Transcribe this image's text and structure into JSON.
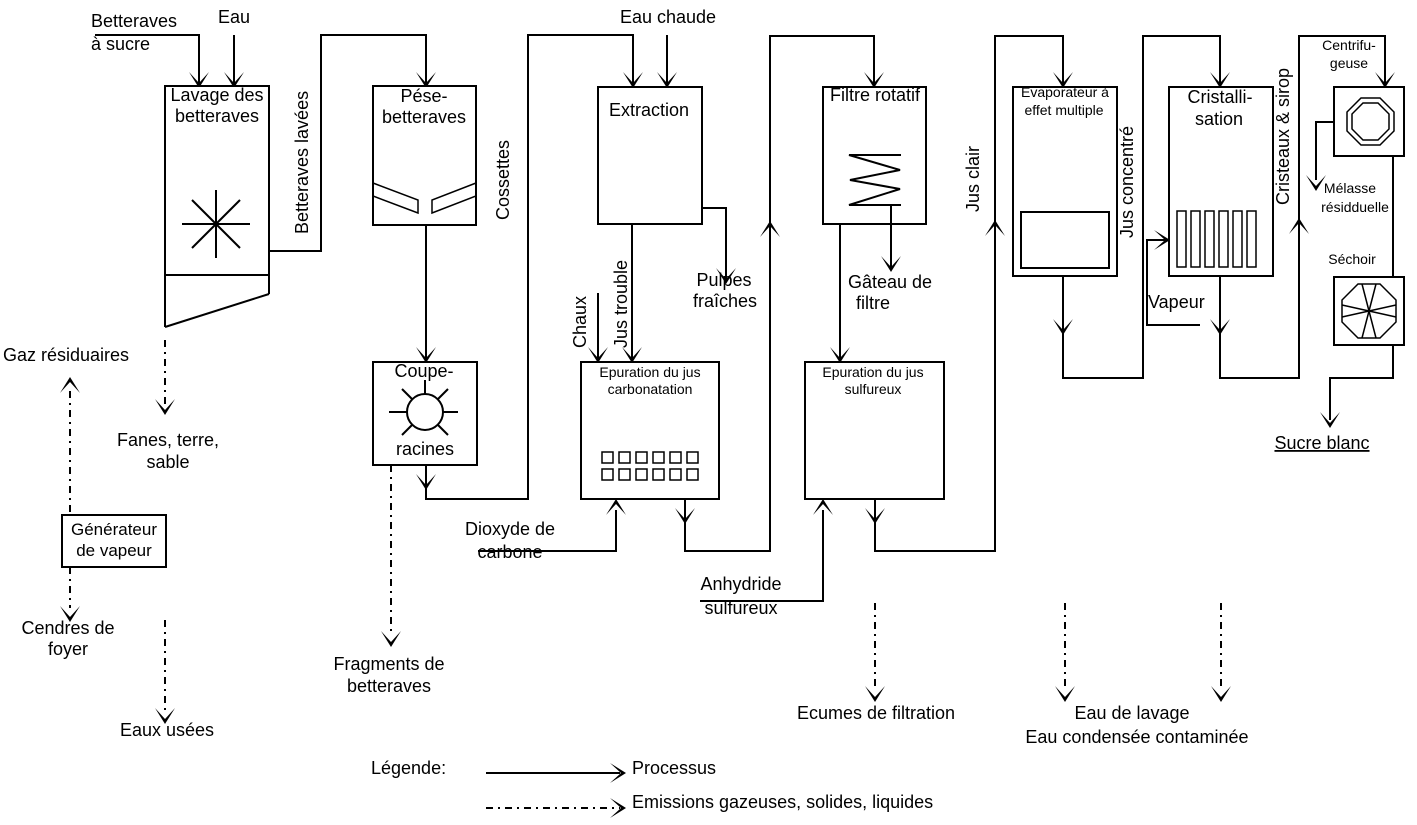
{
  "diagram": {
    "type": "process-flow",
    "language": "fr",
    "inputs": {
      "betteraves": [
        "Betteraves",
        "à sucre"
      ],
      "eau": "Eau",
      "eau_chaude": "Eau chaude",
      "chaux": "Chaux",
      "dioxyde": [
        "Dioxyde de",
        "carbone"
      ],
      "anhydride": [
        "Anhydride",
        "sulfureux"
      ]
    },
    "processes": {
      "lavage": [
        "Lavage des",
        "betteraves"
      ],
      "pese": [
        "Pése-",
        "betteraves"
      ],
      "coupe": [
        "Coupe-",
        "racines"
      ],
      "extraction": "Extraction",
      "epuration_carbo": [
        "Epuration du jus",
        "carbonatation"
      ],
      "filtre": "Filtre rotatif",
      "epuration_sulf": [
        "Epuration du jus",
        "sulfureux"
      ],
      "evaporateur": [
        "Evaporateur à",
        "effet multiple"
      ],
      "cristallisation": [
        "Cristalli-",
        "sation"
      ],
      "centrifugeuse": [
        "Centrifu-",
        "geuse"
      ],
      "sechoir": "Séchoir",
      "generateur": [
        "Générateur",
        "de vapeur"
      ]
    },
    "flows": {
      "betteraves_lavees": "Betteraves lavées",
      "cossettes": "Cossettes",
      "jus_trouble": "Jus trouble",
      "pulpes": [
        "Pulpes",
        "fraîches"
      ],
      "gateau": [
        "Gâteau de",
        "filtre"
      ],
      "jus_clair": "Jus clair",
      "jus_concentre": "Jus concentré",
      "vapeur": "Vapeur",
      "cristeaux": "Cristeaux & sirop",
      "melasse": [
        "Mélasse",
        "résidduelle"
      ],
      "sucre_blanc": "Sucre blanc"
    },
    "emissions": {
      "gaz": "Gaz résiduaires",
      "fanes": [
        "Fanes, terre,",
        "sable"
      ],
      "cendres": [
        "Cendres de",
        "foyer"
      ],
      "eaux_usees": "Eaux usées",
      "fragments": [
        "Fragments de",
        "betteraves"
      ],
      "ecumes": "Ecumes de filtration",
      "eau_lavage": "Eau de lavage",
      "eau_condensee": "Eau condensée contaminée"
    },
    "legend": {
      "title": "Légende:",
      "process": "Processus",
      "emissions": "Emissions gazeuses, solides, liquides"
    }
  }
}
